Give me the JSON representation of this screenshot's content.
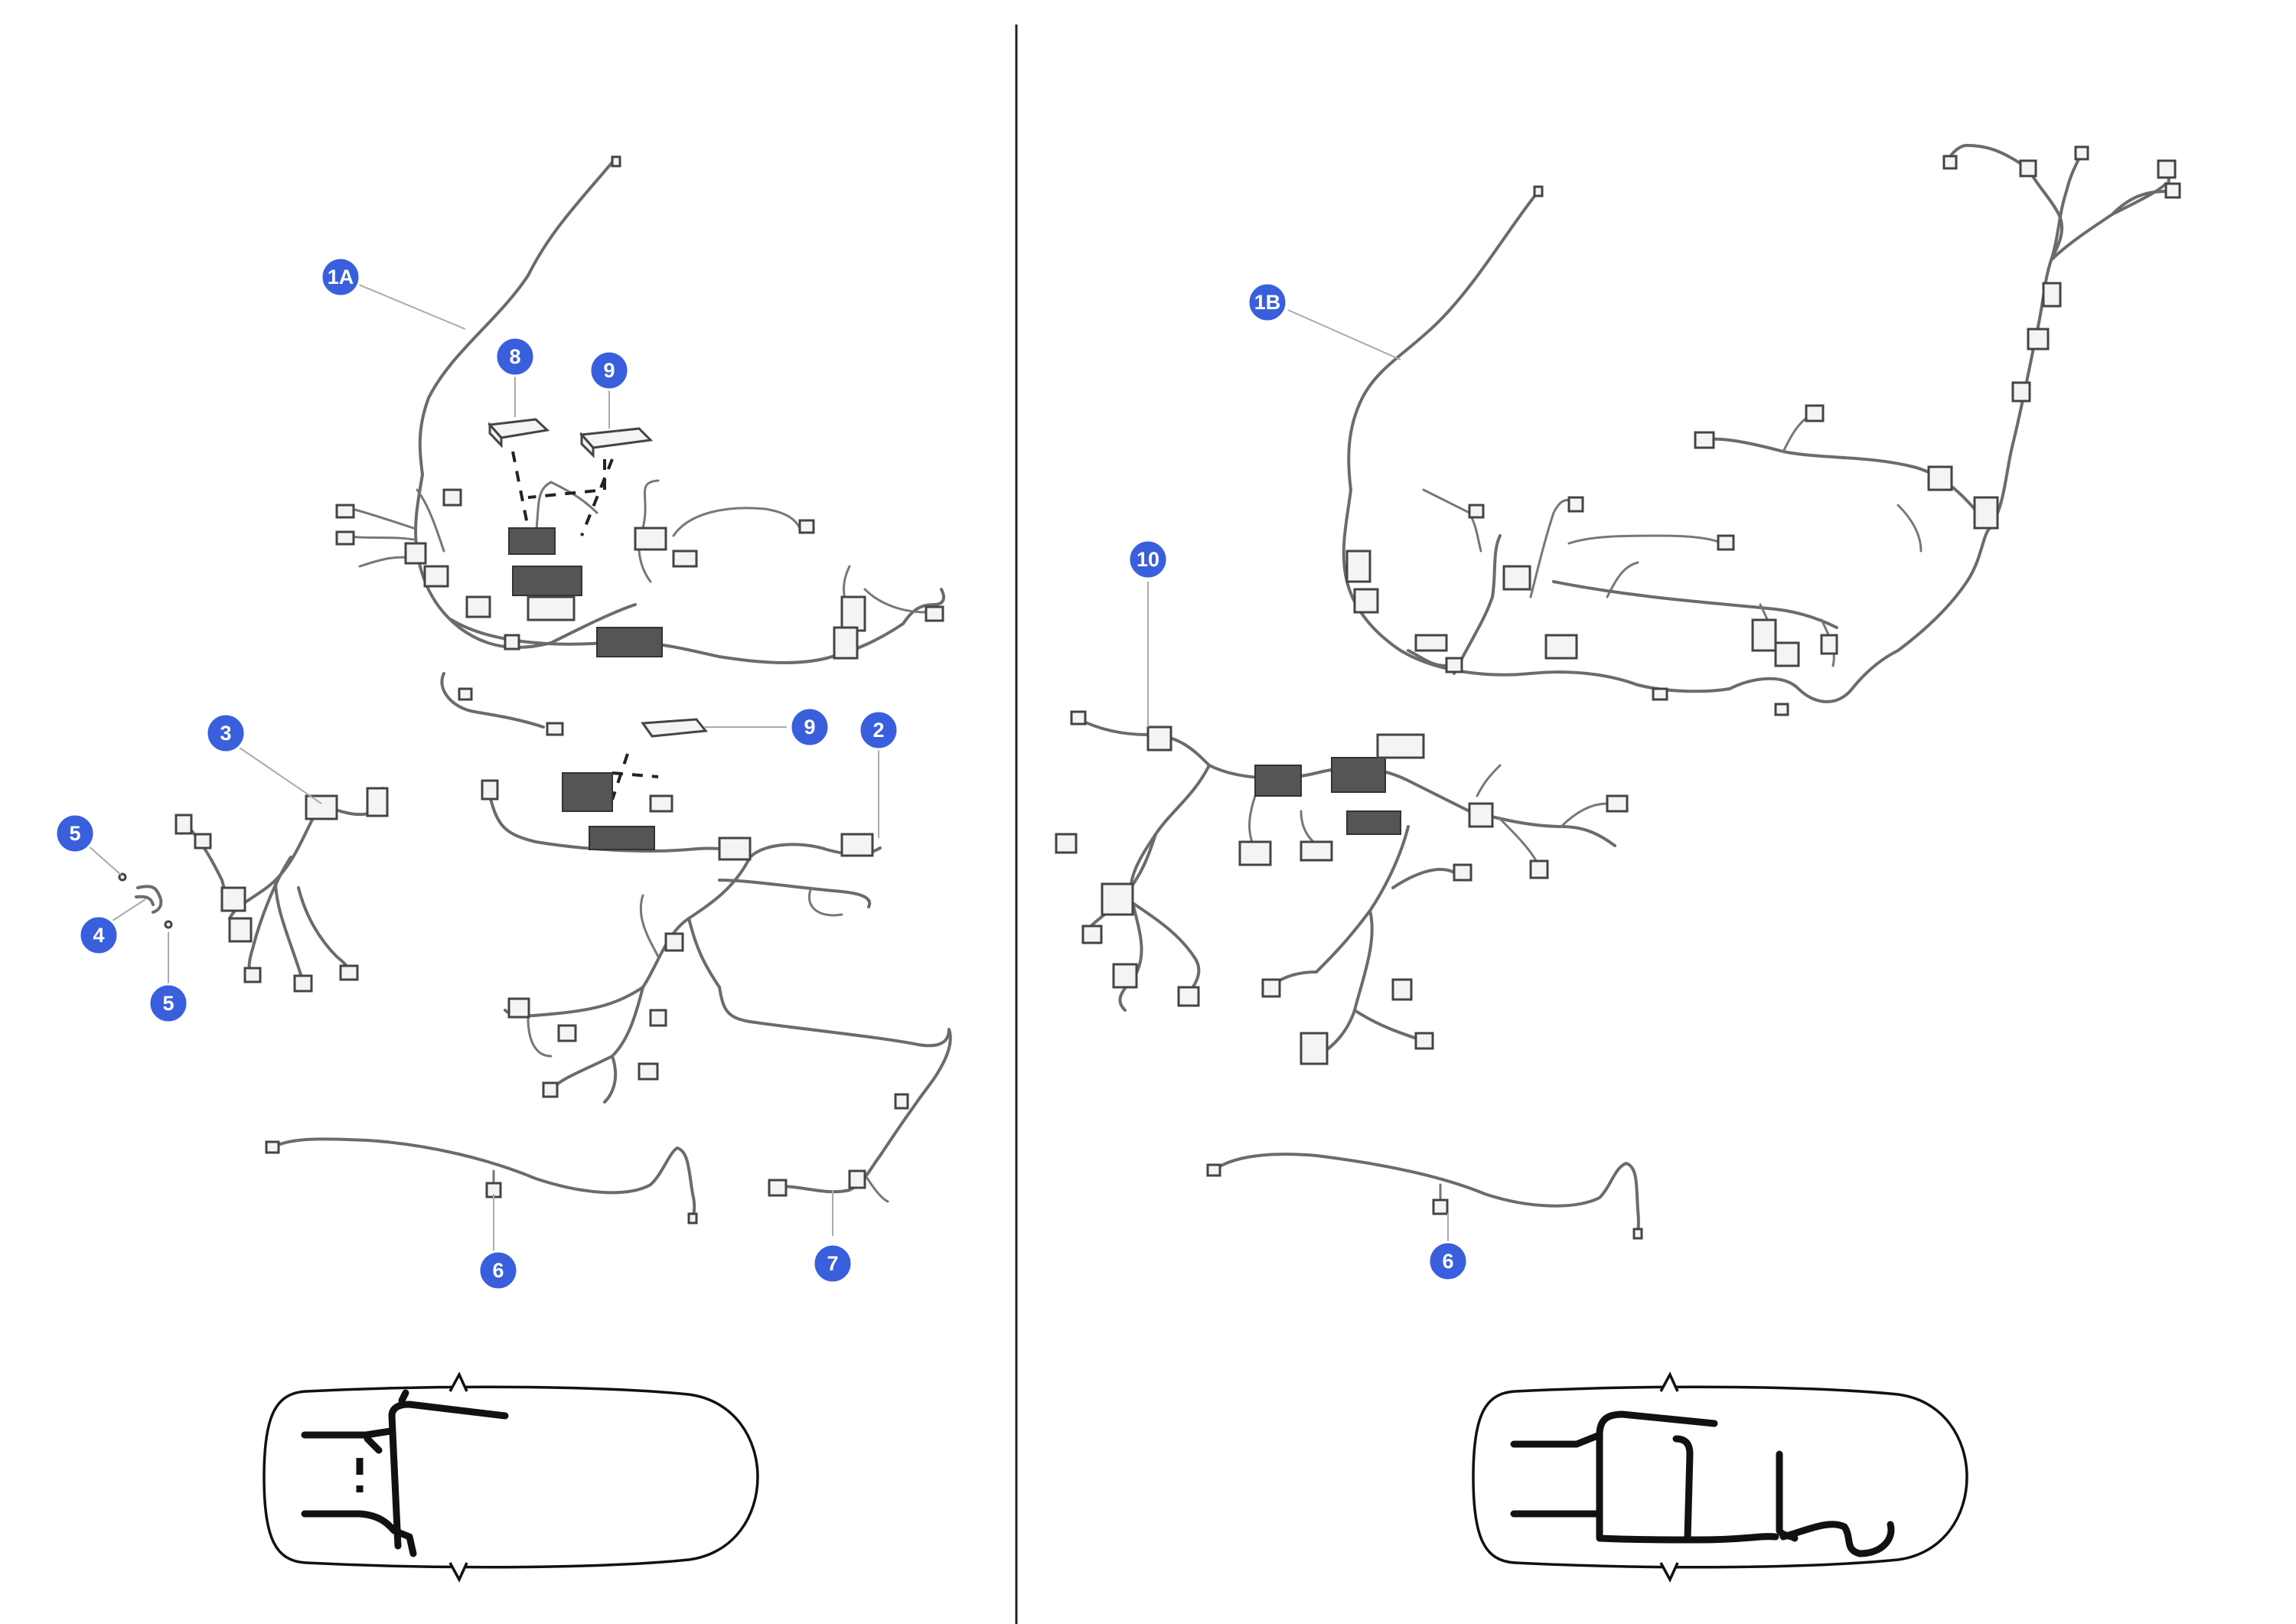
{
  "callouts": {
    "c1a": "1A",
    "c8": "8",
    "c9a": "9",
    "c9b": "9",
    "c2": "2",
    "c3": "3",
    "c5a": "5",
    "c4": "4",
    "c5b": "5",
    "c6a": "6",
    "c7": "7",
    "c1b": "1B",
    "c10": "10",
    "c6b": "6"
  },
  "colors": {
    "callout_fill": "#3a5fdc",
    "callout_text": "#ffffff",
    "wire": "#6b6b6b",
    "outline": "#111111"
  }
}
